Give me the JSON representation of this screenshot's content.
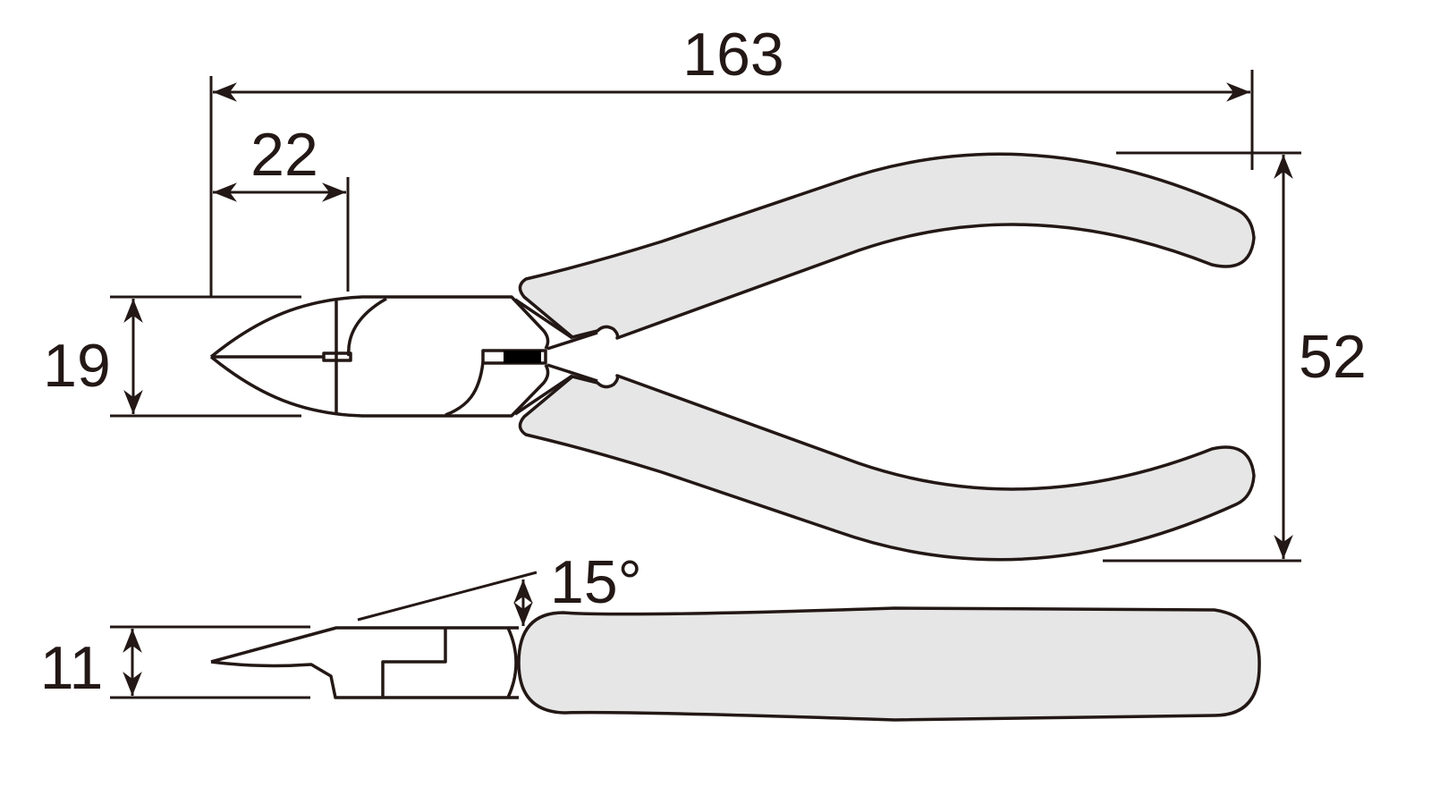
{
  "title": "Pliers dimension drawing",
  "dimensions": {
    "overall_length": "163",
    "jaw_length": "22",
    "head_width": "19",
    "handle_spread": "52",
    "head_angle": "15°",
    "head_thickness": "11"
  },
  "colors": {
    "line": "#231815",
    "grip": "#e6e6e6"
  }
}
